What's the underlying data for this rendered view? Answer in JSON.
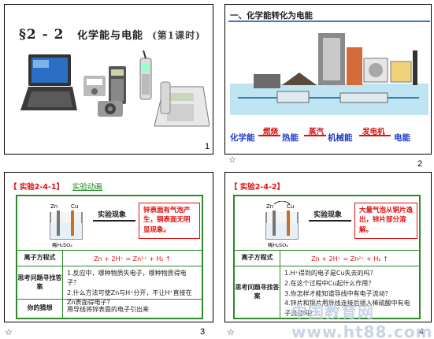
{
  "slides": [
    {
      "number": "1",
      "title_chapter": "§2 - 2",
      "title_text": "化学能与电能",
      "title_sub": "(第1课时)"
    },
    {
      "number": "2",
      "heading": "一、化学能转化为电能",
      "flow": {
        "nodes": [
          "化学能",
          "热能",
          "机械能",
          "电能"
        ],
        "labels": [
          "燃烧",
          "蒸汽",
          "发电机"
        ]
      }
    },
    {
      "number": "3",
      "experiment_title": "【 实验2-4-1】",
      "experiment_link": "实验动画",
      "electrode_labels": [
        "Zn",
        "Cu"
      ],
      "solution_label": "稀H₂SO₄",
      "observe_label": "实验现象",
      "phenomenon": "锌表面有气泡产生，铜表面无明显现象。",
      "rows": [
        {
          "label": "离子方程式",
          "value": "Zn + 2H⁺ = Zn²⁺ + H₂ ↑"
        },
        {
          "label": "思考问题寻找答案",
          "lines": [
            "1.反应中，哪种物质失电子，哪种物质得电子？",
            "2.什么方法可使Zn与H⁺分开，不让H⁺直接在Zn表面得电子？"
          ]
        },
        {
          "label": "你的猜想",
          "value": "用导线将锌表面的电子引出来"
        }
      ]
    },
    {
      "number": "4",
      "experiment_title": "【 实验2-4-2】",
      "electrode_labels": [
        "Zn",
        "Cu"
      ],
      "solution_label": "稀H₂SO₄",
      "observe_label": "实验现象",
      "phenomenon": "大量气泡从铜片逸出，锌片部分溶解。",
      "rows": [
        {
          "label": "离子方程式",
          "value": "Zn + 2H⁺ = Zn²⁺ + H₂ ↑"
        },
        {
          "label": "思考问题寻找答案",
          "lines": [
            "1.H⁺得到的电子是Cu失去的吗？",
            "2.在这个过程中Cu起什么作用？",
            "3.你怎样才能知道导线中有电子流动？",
            "4.锌片和铜片用导线连接后插入稀硫酸中有电子流过吗？"
          ],
          "highlight": "电子流动"
        }
      ]
    }
  ],
  "watermark": "中国教育网  www.ht88.com",
  "star_glyph": "☆",
  "colors": {
    "accent_red": "#e01010",
    "table_green": "#2c8a2c",
    "flow_blue": "#1f3cc8",
    "rule_blue": "#3a7bd5"
  }
}
